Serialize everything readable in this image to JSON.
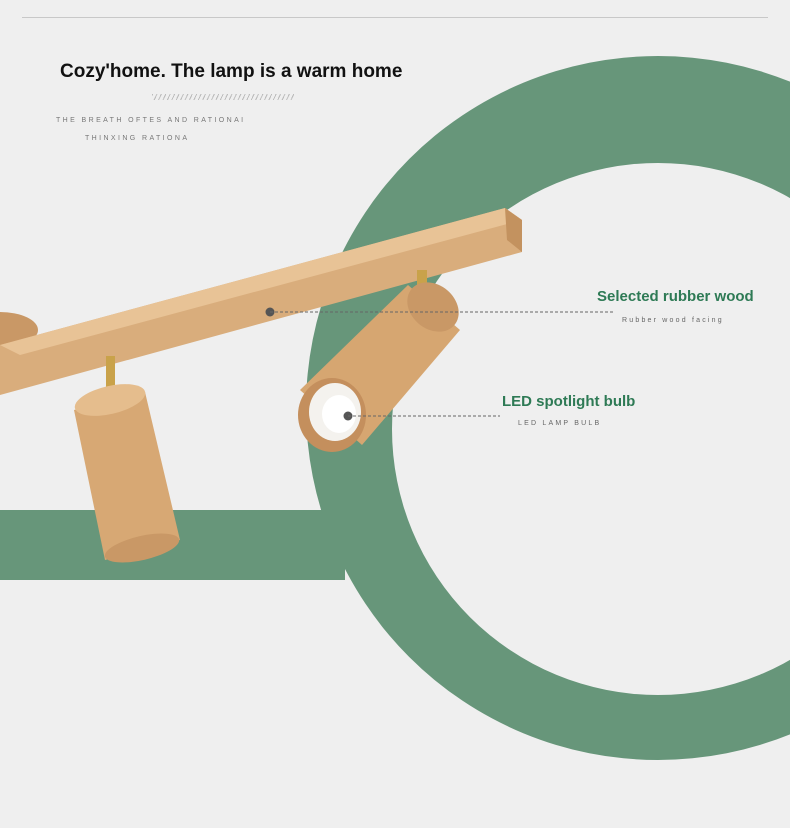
{
  "header": {
    "title": "Cozy'home. The lamp is a warm home",
    "subtitle_line1": "THE  BREATH OFTES AND RATIONAI",
    "subtitle_line2": "THINXING RATIONA"
  },
  "callouts": [
    {
      "title": "Selected rubber wood",
      "caption": "Rubber wood facing"
    },
    {
      "title": "LED spotlight bulb",
      "caption": "LED LAMP BULB"
    }
  ],
  "colors": {
    "accent": "#67967a",
    "wood": "#d9ad7c",
    "text_green": "#2e7a55"
  }
}
